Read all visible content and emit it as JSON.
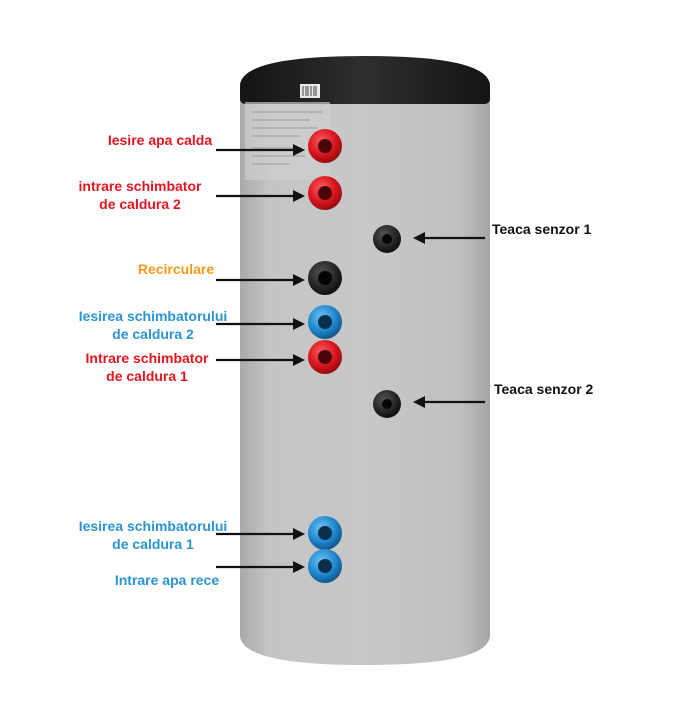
{
  "colors": {
    "hot": "#e3161f",
    "cold": "#2b94d2",
    "recirc": "#f59a1a",
    "dark": "#111111",
    "tank_body": "#c3c4c3",
    "tank_top": "#262626"
  },
  "labels": {
    "iesire_apa_calda": "Iesire apa calda",
    "intrare_schimbator_2_l1": "intrare schimbator",
    "intrare_schimbator_2_l2": "de caldura 2",
    "recirculare": "Recirculare",
    "iesirea_schimb_2_l1": "Iesirea schimbatorului",
    "iesirea_schimb_2_l2": "de caldura 2",
    "intrare_schimbator_1_l1": "Intrare schimbator",
    "intrare_schimbator_1_l2": "de caldura 1",
    "teaca_senzor_1": "Teaca senzor 1",
    "teaca_senzor_2": "Teaca senzor 2",
    "iesirea_schimb_1_l1": "Iesirea schimbatorului",
    "iesirea_schimb_1_l2": "de caldura 1",
    "intrare_apa_rece": "Intrare apa rece"
  },
  "ports": [
    {
      "id": "hot-water-outlet",
      "color": "hot"
    },
    {
      "id": "heat-exchanger-2-inlet",
      "color": "hot"
    },
    {
      "id": "recirculation",
      "color": "dark"
    },
    {
      "id": "heat-exchanger-2-outlet",
      "color": "cold"
    },
    {
      "id": "heat-exchanger-1-inlet",
      "color": "hot"
    },
    {
      "id": "heat-exchanger-1-outlet",
      "color": "cold"
    },
    {
      "id": "cold-water-inlet",
      "color": "cold"
    },
    {
      "id": "sensor-sleeve-1",
      "color": "dark"
    },
    {
      "id": "sensor-sleeve-2",
      "color": "dark"
    }
  ]
}
